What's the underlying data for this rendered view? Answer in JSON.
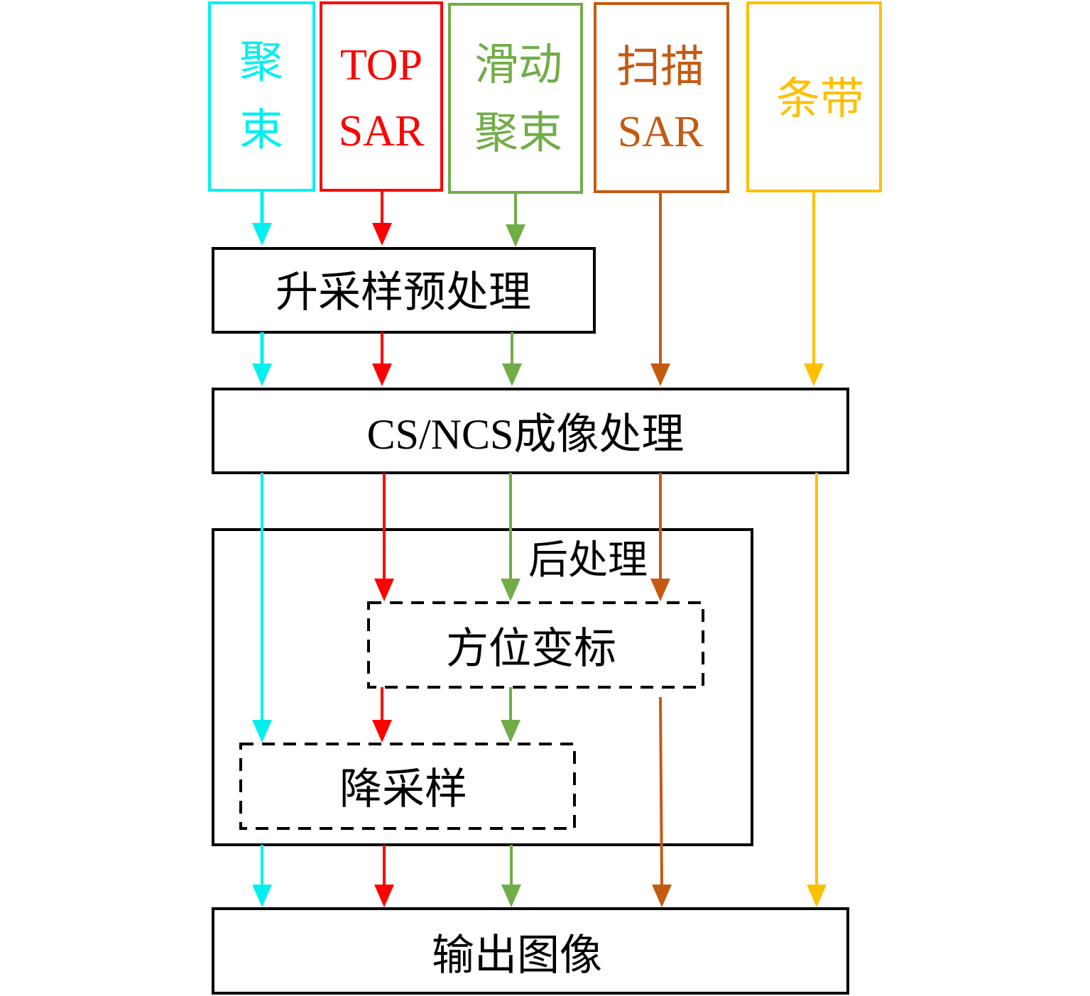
{
  "colors": {
    "spotlight": "#00f0f0",
    "topsar": "#ff0000",
    "sliding_spotlight": "#70ad47",
    "scansar": "#c55a11",
    "stripmap": "#ffc000",
    "black": "#000000"
  },
  "modes": [
    {
      "id": "spotlight",
      "lines": [
        "聚",
        "束"
      ],
      "color_key": "spotlight"
    },
    {
      "id": "topsar",
      "lines": [
        "TOP",
        "SAR"
      ],
      "color_key": "topsar"
    },
    {
      "id": "sliding-spotlight",
      "lines": [
        "滑动",
        "聚束"
      ],
      "color_key": "sliding_spotlight"
    },
    {
      "id": "scansar",
      "lines": [
        "扫描",
        "SAR"
      ],
      "color_key": "scansar"
    },
    {
      "id": "stripmap",
      "lines": [
        "条带"
      ],
      "color_key": "stripmap"
    }
  ],
  "stages": {
    "upsample": "升采样预处理",
    "imaging": "CS/NCS成像处理",
    "post": "后处理",
    "azimuth_rescale": "方位变标",
    "downsample": "降采样",
    "output": "输出图像"
  }
}
